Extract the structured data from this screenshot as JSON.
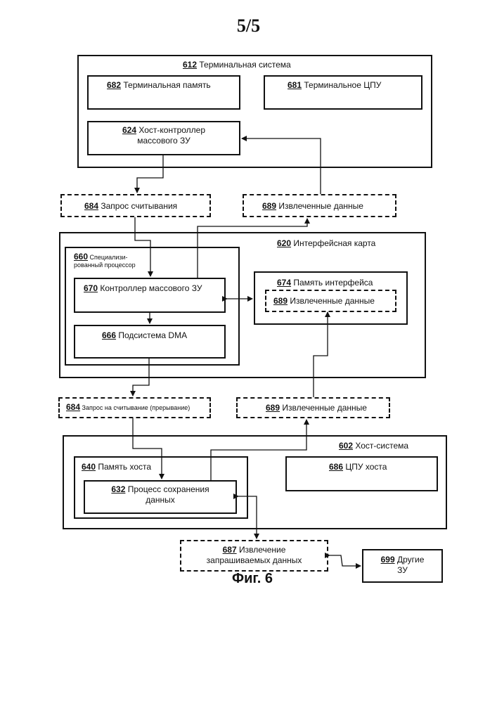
{
  "page_number": "5/5",
  "figure_caption": "Фиг. 6",
  "blocks": {
    "terminal_system": {
      "num": "612",
      "label": "Терминальная система"
    },
    "terminal_memory": {
      "num": "682",
      "label": "Терминальная память"
    },
    "terminal_cpu": {
      "num": "681",
      "label": "Терминальное ЦПУ"
    },
    "host_controller": {
      "num": "624",
      "label": "Хост-контроллер",
      "label2": "массового ЗУ"
    },
    "read_request": {
      "num": "684",
      "label": "Запрос считывания"
    },
    "extracted_top": {
      "num": "689",
      "label": "Извлеченные данные"
    },
    "interface_card": {
      "num": "620",
      "label": "Интерфейсная карта"
    },
    "special_processor": {
      "num": "660",
      "label": "Специализи-",
      "label2": "рованный процессор"
    },
    "mass_controller": {
      "num": "670",
      "label": "Контроллер массового ЗУ"
    },
    "interface_memory": {
      "num": "674",
      "label": "Память интерфейса"
    },
    "extracted_inner": {
      "num": "689",
      "label": "Извлеченные данные"
    },
    "dma": {
      "num": "666",
      "label": "Подсистема DMA"
    },
    "read_request_interrupt": {
      "num": "684",
      "label": "Запрос на считывание (прерывание)"
    },
    "extracted_mid": {
      "num": "689",
      "label": "Извлеченные данные"
    },
    "host_system": {
      "num": "602",
      "label": "Хост-система"
    },
    "host_memory": {
      "num": "640",
      "label": "Память хоста"
    },
    "host_cpu": {
      "num": "686",
      "label": "ЦПУ хоста"
    },
    "save_process": {
      "num": "632",
      "label": "Процесс сохранения",
      "label2": "данных"
    },
    "retrieve": {
      "num": "687",
      "label": "Извлечение",
      "label2": "запрашиваемых данных"
    },
    "other_storage": {
      "num": "699",
      "label": "Другие",
      "label2": "ЗУ"
    }
  }
}
